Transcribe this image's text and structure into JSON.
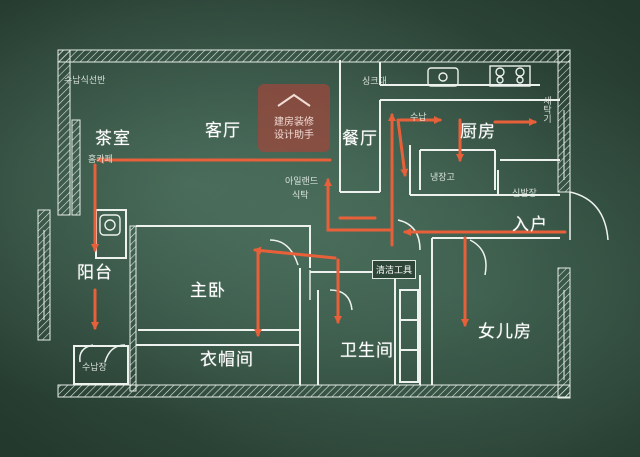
{
  "rooms": {
    "tea_room": "茶室",
    "living_room": "客厅",
    "dining_room": "餐厅",
    "kitchen": "厨房",
    "balcony": "阳台",
    "master_bedroom": "主卧",
    "wardrobe": "衣帽间",
    "bathroom": "卫生间",
    "daughter_room": "女儿房",
    "entrance": "入户"
  },
  "labels": {
    "cleaning_tools": "清洁工具",
    "watermark_line1": "建房装修",
    "watermark_line2": "设计助手"
  },
  "annotations": {
    "storage_top_left": "수납식선반",
    "tea_room_sub": "홈카페",
    "sink_top": "싱크대",
    "dining_sub1": "아일랜드",
    "dining_sub2": "식탁",
    "kitchen_sub1": "수납",
    "kitchen_sub2": "냉장고",
    "laundry": "세탁기",
    "shoe_cabinet": "신발장",
    "storage_bottom_left": "수납장"
  },
  "colors": {
    "chalk": "#f2f5f2",
    "arrow": "#e8603a",
    "board": "#2f4a3c"
  }
}
